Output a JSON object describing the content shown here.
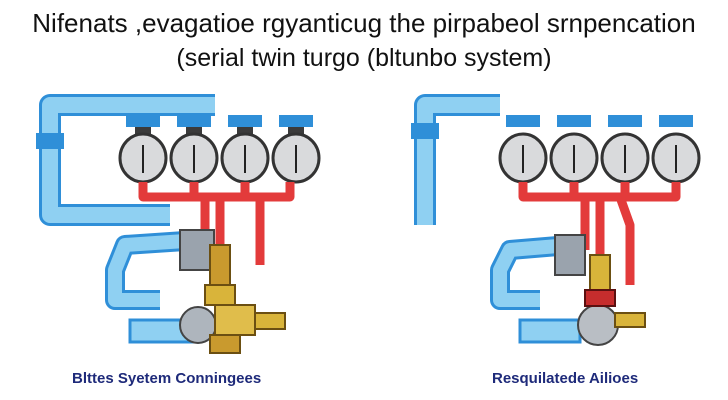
{
  "title": "Nifenats ,evagatioe rgyanticug the pirpabeol srnpencation",
  "subtitle": "(serial twin turgo (bltunbo system)",
  "captions": {
    "left": "Blttes Syetem Conningees",
    "right": "Resquilatede Ailioes"
  },
  "colors": {
    "blue_pipe": "#7fc6ee",
    "blue_dark": "#2f8fd8",
    "red_pipe": "#e33b3b",
    "gauge_face": "#d9dadc",
    "brass": "#d9b43a",
    "caption_text": "#1e2a7a"
  },
  "icons": [
    "pressure-gauge-icon",
    "valve-icon",
    "turbo-housing-icon"
  ]
}
